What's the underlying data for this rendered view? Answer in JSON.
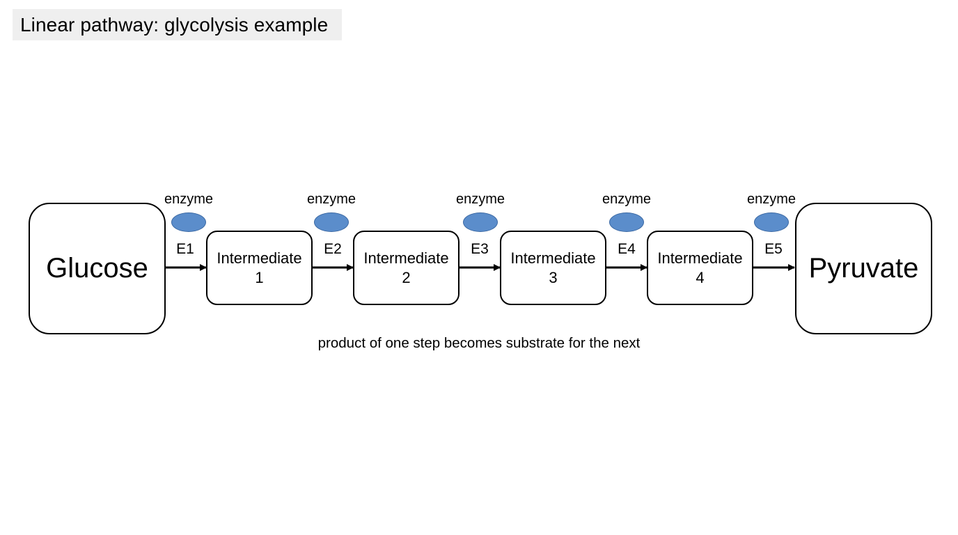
{
  "title": "Linear pathway: glycolysis example",
  "substrate": "Glucose",
  "product": "Pyruvate",
  "intermediates": [
    {
      "line1": "Intermediate",
      "line2": "1"
    },
    {
      "line1": "Intermediate",
      "line2": "2"
    },
    {
      "line1": "Intermediate",
      "line2": "3"
    },
    {
      "line1": "Intermediate",
      "line2": "4"
    }
  ],
  "enzyme_label": "enzyme",
  "steps": [
    "E1",
    "E2",
    "E3",
    "E4",
    "E5"
  ],
  "caption": "product of one step becomes substrate for the next",
  "colors": {
    "enzyme_fill": "#5b8dcb",
    "title_bg": "#efefef"
  }
}
